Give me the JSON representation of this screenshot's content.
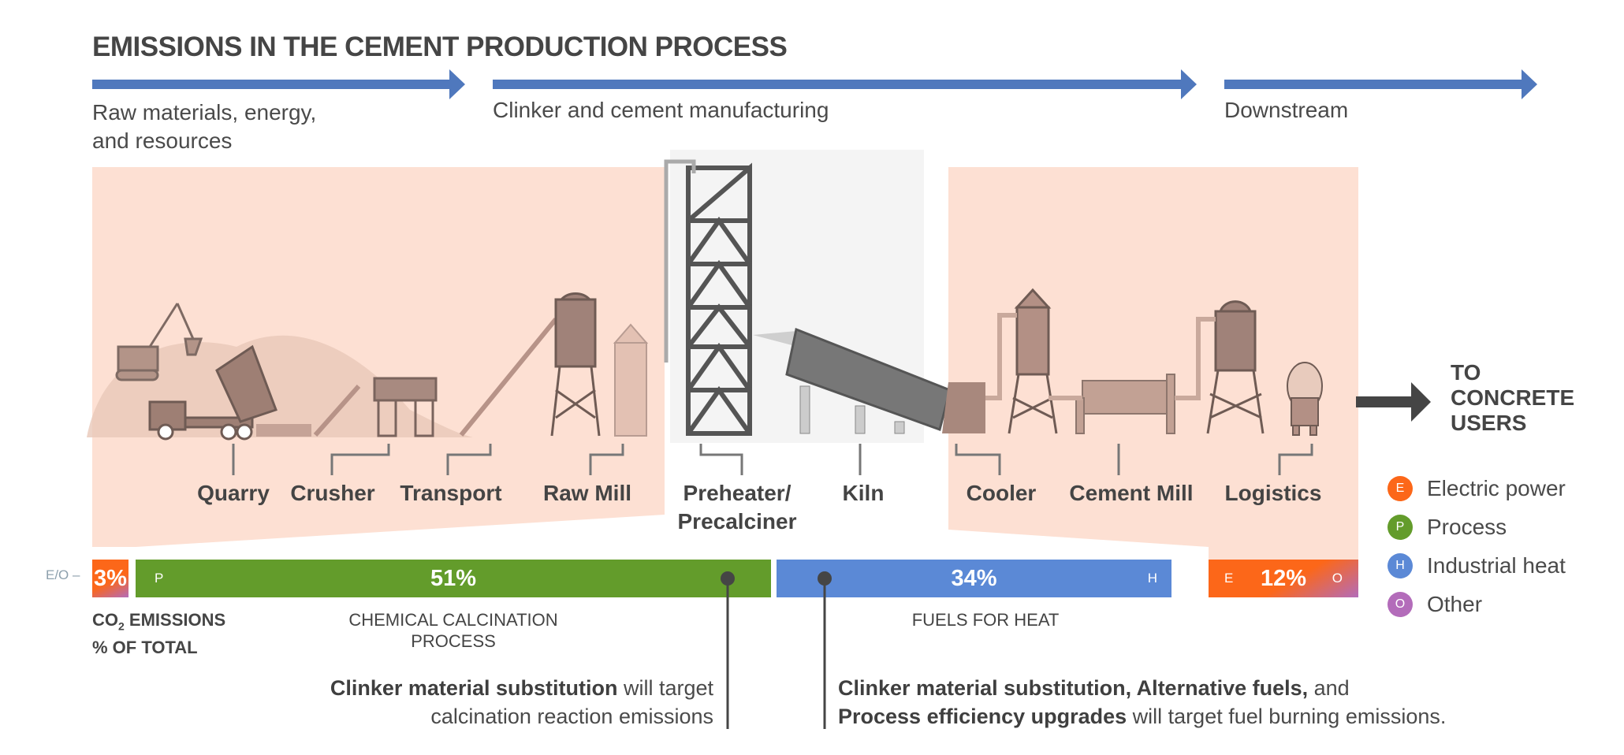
{
  "title": "EMISSIONS IN THE CEMENT PRODUCTION PROCESS",
  "stages": [
    {
      "label_line1": "Raw materials, energy,",
      "label_line2": "and resources"
    },
    {
      "label_line1": "Clinker and cement manufacturing",
      "label_line2": ""
    },
    {
      "label_line1": "Downstream",
      "label_line2": ""
    }
  ],
  "steps": [
    {
      "label": "Quarry"
    },
    {
      "label": "Crusher"
    },
    {
      "label": "Transport"
    },
    {
      "label": "Raw Mill"
    },
    {
      "label_line1": "Preheater/",
      "label_line2": "Precalciner"
    },
    {
      "label": "Kiln"
    },
    {
      "label": "Cooler"
    },
    {
      "label": "Cement Mill"
    },
    {
      "label": "Logistics"
    }
  ],
  "to_users": {
    "line1": "TO",
    "line2": "CONCRETE",
    "line3": "USERS"
  },
  "emissions_bar": {
    "eo_prefix": "E/O –",
    "segments": [
      {
        "id": "eo-start",
        "value_label": "3%",
        "percent": 3,
        "left_letter": "",
        "right_letter": ""
      },
      {
        "id": "process",
        "value_label": "51%",
        "percent": 51,
        "left_letter": "P",
        "right_letter": ""
      },
      {
        "id": "heat",
        "value_label": "34%",
        "percent": 34,
        "left_letter": "",
        "right_letter": "H"
      },
      {
        "id": "eo-end",
        "value_label": "12%",
        "percent": 12,
        "left_letter": "E",
        "right_letter": "O"
      }
    ],
    "caption_line1": "CO",
    "caption_sub": "2",
    "caption_line1_rest": " EMISSIONS",
    "caption_line2": "% OF TOTAL",
    "process_caption_line1": "CHEMICAL CALCINATION",
    "process_caption_line2": "PROCESS",
    "heat_caption": "FUELS FOR HEAT"
  },
  "annotations": {
    "left": {
      "bold": "Clinker material substitution",
      "rest_line1": " will target",
      "line2": "calcination reaction emissions"
    },
    "right": {
      "bold1": "Clinker material substitution, Alternative fuels,",
      "rest1": " and",
      "bold2": "Process efficiency upgrades",
      "rest2": " will target fuel burning emissions."
    }
  },
  "legend": [
    {
      "letter": "E",
      "label": "Electric power",
      "color": "#fc6719"
    },
    {
      "letter": "P",
      "label": "Process",
      "color": "#639c2b"
    },
    {
      "letter": "H",
      "label": "Industrial heat",
      "color": "#5b89d6"
    },
    {
      "letter": "O",
      "label": "Other",
      "color": "#b36cba"
    }
  ],
  "colors": {
    "arrow_blue": "#4f78bd",
    "region_pink": "#fde0d3",
    "electric_orange": "#fc6719",
    "process_green": "#639c2b",
    "heat_blue": "#5b89d6",
    "other_purple": "#b36cba"
  }
}
